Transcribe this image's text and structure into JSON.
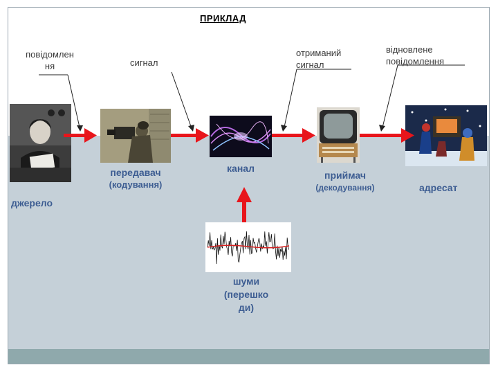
{
  "title": "ПРИКЛАД",
  "callouts": {
    "message": [
      "повідомлен",
      "ня"
    ],
    "signal": "сигнал",
    "received_signal": [
      "отриманий",
      "сигнал"
    ],
    "restored_message": [
      "відновлене",
      "повідомлення"
    ]
  },
  "nodes": {
    "source": "джерело",
    "transmitter": "передавач",
    "transmitter_sub": "(кодування)",
    "channel": "канал",
    "receiver": "приймач",
    "receiver_sub": "(декодування)",
    "addressee": "адресат",
    "noise": [
      "шуми",
      "(перешко",
      "ди)"
    ]
  },
  "colors": {
    "arrow": "#e8151b",
    "node_label": "#3d5d92",
    "slide_lower": "#c5d0d8",
    "footer": "#8fa9ac"
  }
}
